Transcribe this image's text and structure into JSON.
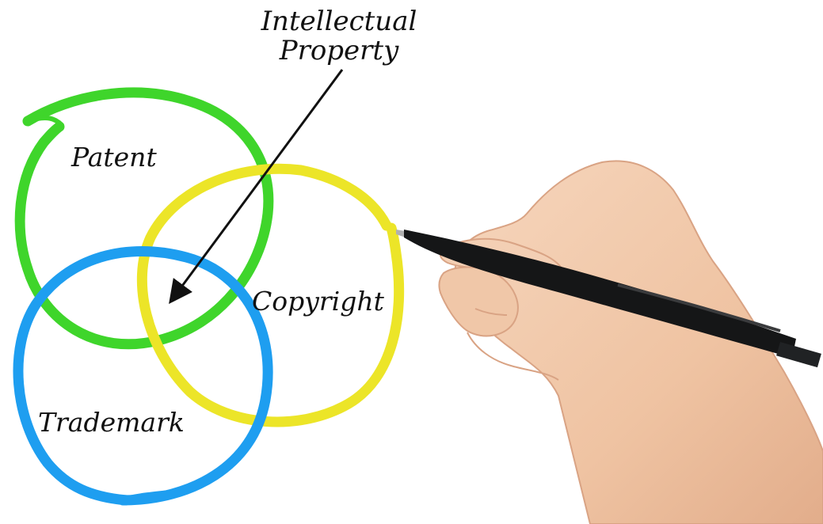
{
  "diagram": {
    "title_line1": "Intellectual",
    "title_line2": "Property",
    "circles": [
      {
        "label": "Patent",
        "color": "#3fd52b"
      },
      {
        "label": "Copyright",
        "color": "#ece528"
      },
      {
        "label": "Trademark",
        "color": "#1e9ef0"
      }
    ]
  },
  "scene": {
    "pen_color": "#151617",
    "skin_color": "#f0c7a8"
  }
}
